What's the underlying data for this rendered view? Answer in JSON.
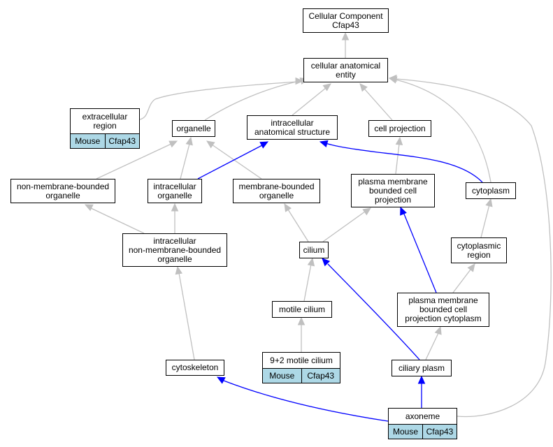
{
  "nodes": {
    "root": [
      "Cellular Component",
      "Cfap43"
    ],
    "cae": [
      "cellular anatomical",
      "entity"
    ],
    "extracellular": [
      "extracellular",
      "region"
    ],
    "organelle": [
      "organelle"
    ],
    "ias": [
      "intracellular",
      "anatomical structure"
    ],
    "cellproj": [
      "cell projection"
    ],
    "nmbo": [
      "non-membrane-bounded",
      "organelle"
    ],
    "io": [
      "intracellular",
      "organelle"
    ],
    "mbo": [
      "membrane-bounded",
      "organelle"
    ],
    "pmbcp": [
      "plasma membrane",
      "bounded cell",
      "projection"
    ],
    "cytoplasm": [
      "cytoplasm"
    ],
    "inmbo": [
      "intracellular",
      "non-membrane-bounded",
      "organelle"
    ],
    "cilium": [
      "cilium"
    ],
    "cytoregion": [
      "cytoplasmic",
      "region"
    ],
    "motile": [
      "motile cilium"
    ],
    "pmbcpc": [
      "plasma membrane",
      "bounded cell",
      "projection cytoplasm"
    ],
    "cytoskeleton": [
      "cytoskeleton"
    ],
    "ninetwo": [
      "9+2 motile cilium"
    ],
    "ciliary": [
      "ciliary plasm"
    ],
    "axoneme": [
      "axoneme"
    ]
  },
  "annotations": {
    "species": "Mouse",
    "gene": "Cfap43"
  },
  "colors": {
    "is_a_edge": "#c0c0c0",
    "part_of_edge": "#0000ff",
    "annotation_fill": "#add8e6"
  }
}
